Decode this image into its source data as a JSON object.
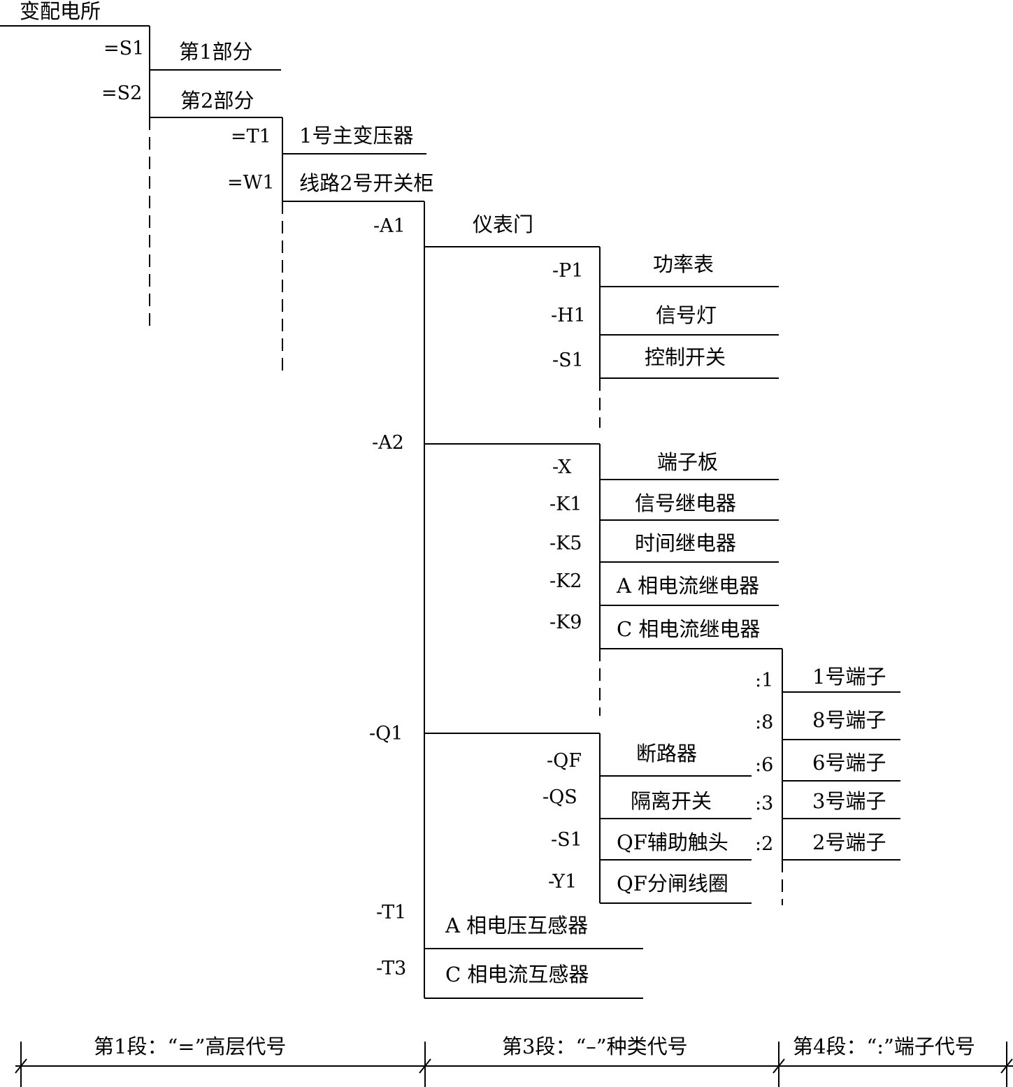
{
  "root": "变配电所",
  "level1": [
    {
      "code": "=S1",
      "name": "第1部分"
    },
    {
      "code": "=S2",
      "name": "第2部分"
    }
  ],
  "level2": [
    {
      "code": "=T1",
      "name": "1号主变压器"
    },
    {
      "code": "=W1",
      "name": "线路2号开关柜"
    }
  ],
  "level3": [
    {
      "code": "-A1",
      "name": "仪表门"
    },
    {
      "code": "-A2",
      "name": ""
    },
    {
      "code": "-Q1",
      "name": ""
    },
    {
      "code": "-T1",
      "name": "A 相电压互感器"
    },
    {
      "code": "-T3",
      "name": "C 相电流互感器"
    }
  ],
  "a1_items": [
    {
      "code": "-P1",
      "name": "功率表"
    },
    {
      "code": "-H1",
      "name": "信号灯"
    },
    {
      "code": "-S1",
      "name": "控制开关"
    }
  ],
  "a2_items": [
    {
      "code": "-X",
      "name": "端子板"
    },
    {
      "code": "-K1",
      "name": "信号继电器"
    },
    {
      "code": "-K5",
      "name": "时间继电器"
    },
    {
      "code": "-K2",
      "name": "A 相电流继电器"
    },
    {
      "code": "-K9",
      "name": "C 相电流继电器"
    }
  ],
  "q1_items": [
    {
      "code": "-QF",
      "name": "断路器"
    },
    {
      "code": "-QS",
      "name": "隔离开关"
    },
    {
      "code": "-S1",
      "name": "QF辅助触头"
    },
    {
      "code": "-Y1",
      "name": "QF分闸线圈"
    }
  ],
  "terminals": [
    {
      "code": ":1",
      "name": "1号端子"
    },
    {
      "code": ":8",
      "name": "8号端子"
    },
    {
      "code": ":6",
      "name": "6号端子"
    },
    {
      "code": ":3",
      "name": "3号端子"
    },
    {
      "code": ":2",
      "name": "2号端子"
    }
  ],
  "segments": [
    "第1段：“=”高层代号",
    "第3段：“–”种类代号",
    "第4段：“:”端子代号"
  ]
}
